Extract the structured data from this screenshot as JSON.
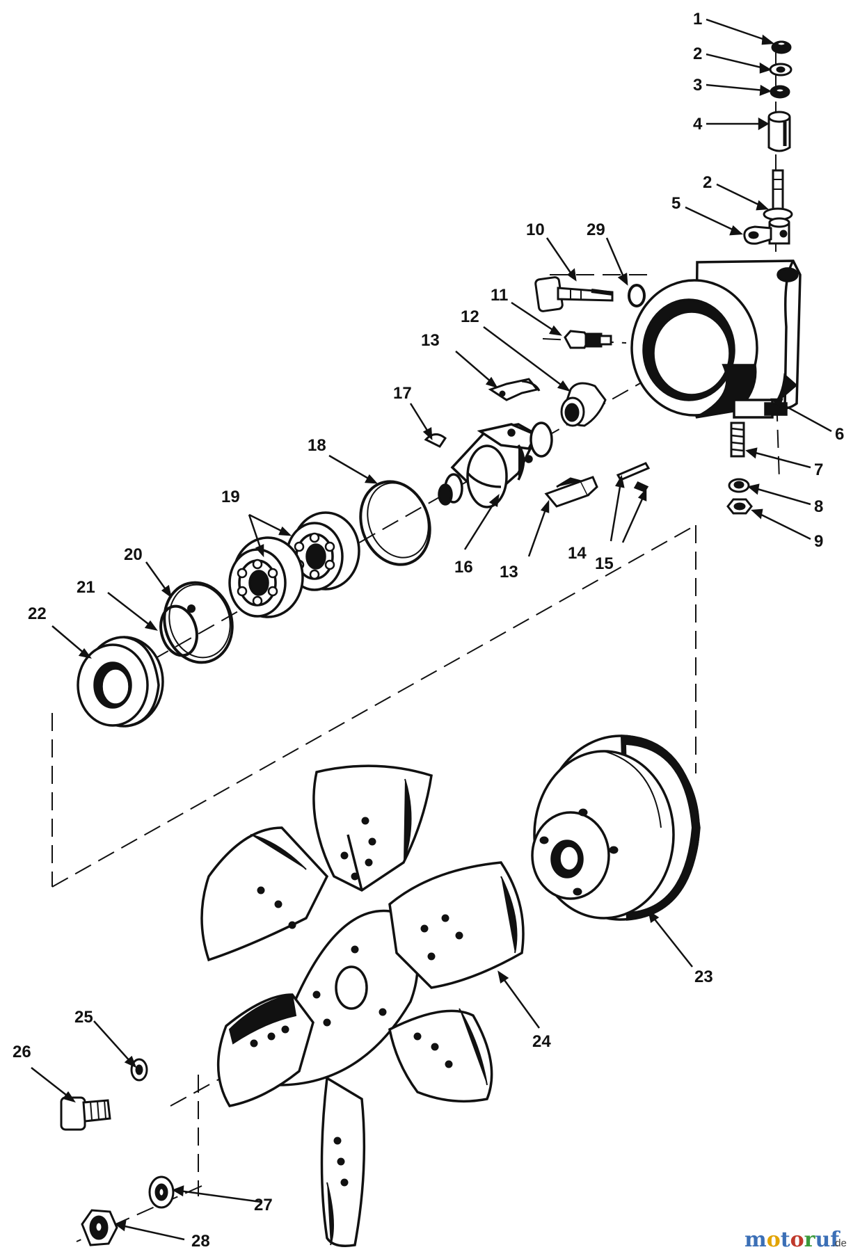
{
  "labels": {
    "l1": "1",
    "l2a": "2",
    "l3": "3",
    "l4": "4",
    "l2b": "2",
    "l5": "5",
    "l6": "6",
    "l7": "7",
    "l8": "8",
    "l9": "9",
    "l10": "10",
    "l29": "29",
    "l11": "11",
    "l12": "12",
    "l13a": "13",
    "l17": "17",
    "l18": "18",
    "l19": "19",
    "l16": "16",
    "l13b": "13",
    "l14": "14",
    "l15": "15",
    "l20": "20",
    "l21": "21",
    "l22": "22",
    "l23": "23",
    "l24": "24",
    "l25": "25",
    "l26": "26",
    "l27": "27",
    "l28": "28"
  },
  "watermark": {
    "letters": [
      "m",
      "o",
      "t",
      "o",
      "r",
      "u",
      "f"
    ],
    "colors": [
      "#3b6fb6",
      "#e2a300",
      "#3b6fb6",
      "#c0392b",
      "#3b9a3b",
      "#3b6fb6",
      "#3b6fb6"
    ],
    "tld": ".de"
  }
}
